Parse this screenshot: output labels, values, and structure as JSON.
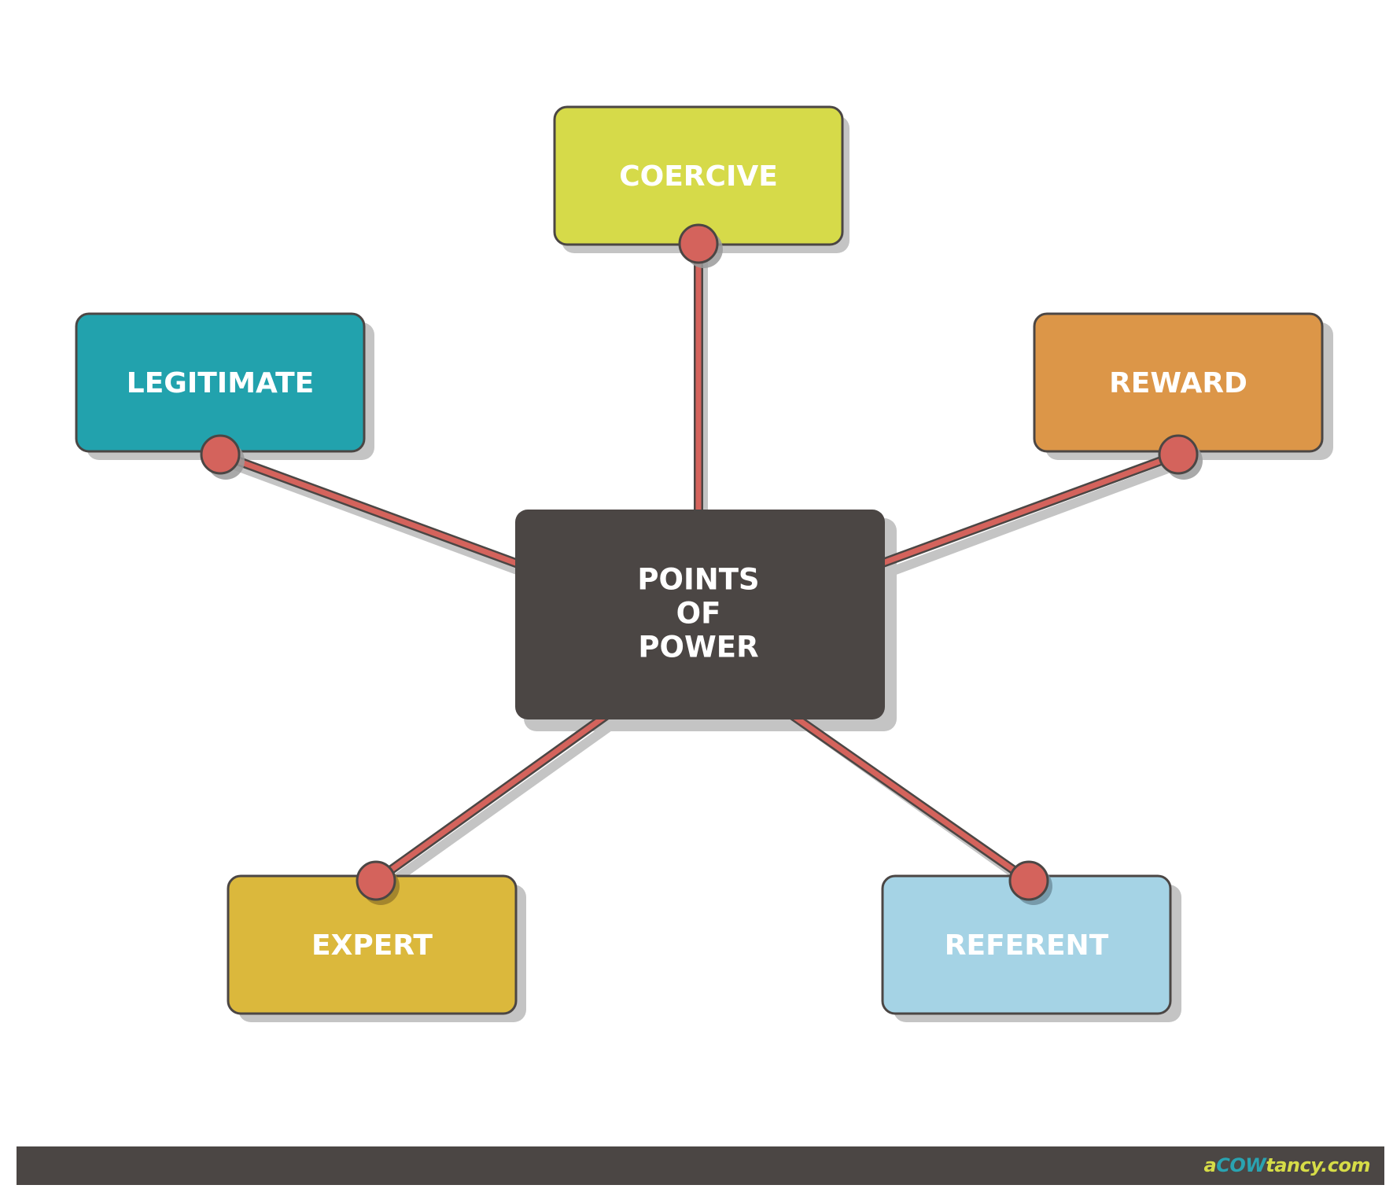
{
  "diagram": {
    "center": {
      "lines": [
        "POINTS",
        "OF",
        "POWER"
      ],
      "color": "#4b4644"
    },
    "nodes": [
      {
        "id": "coercive",
        "label": "COERCIVE",
        "color": "#d6da49"
      },
      {
        "id": "legitimate",
        "label": "LEGITIMATE",
        "color": "#22a2ad"
      },
      {
        "id": "reward",
        "label": "REWARD",
        "color": "#dc9648"
      },
      {
        "id": "expert",
        "label": "EXPERT",
        "color": "#dbb83c"
      },
      {
        "id": "referent",
        "label": "REFERENT",
        "color": "#a5d3e5"
      }
    ],
    "connector_color": "#d4635c",
    "outline_color": "#4b4644",
    "shadow_color": "#c4c4c4"
  },
  "footer": {
    "brand_prefix": "a",
    "brand_highlight": "COW",
    "brand_suffix": "tancy.com",
    "bar_color": "#4b4644"
  }
}
